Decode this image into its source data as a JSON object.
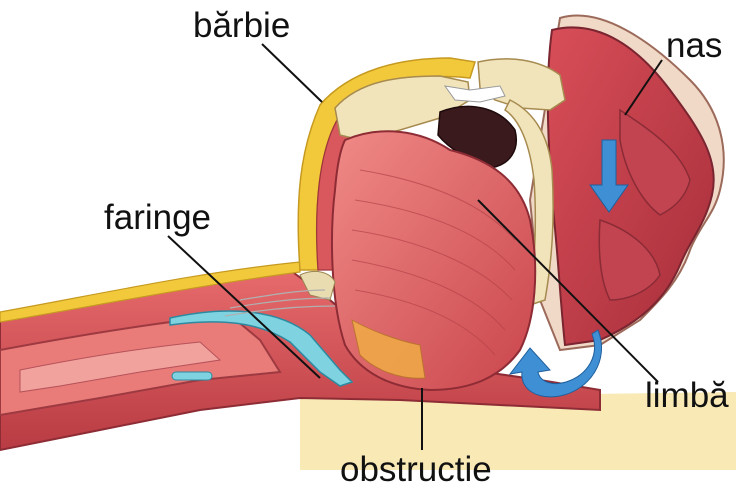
{
  "labels": {
    "barbie": "bărbie",
    "nas": "nas",
    "faringe": "faringe",
    "limba": "limbă",
    "obstructie": "obstructie"
  },
  "colors": {
    "tissue": "#e05a5e",
    "tissue_dark": "#b83a40",
    "fat": "#f3c93c",
    "bone": "#f1e4bb",
    "airway_blue": "#3f8fd4",
    "highlight": "#f7e5a8"
  }
}
